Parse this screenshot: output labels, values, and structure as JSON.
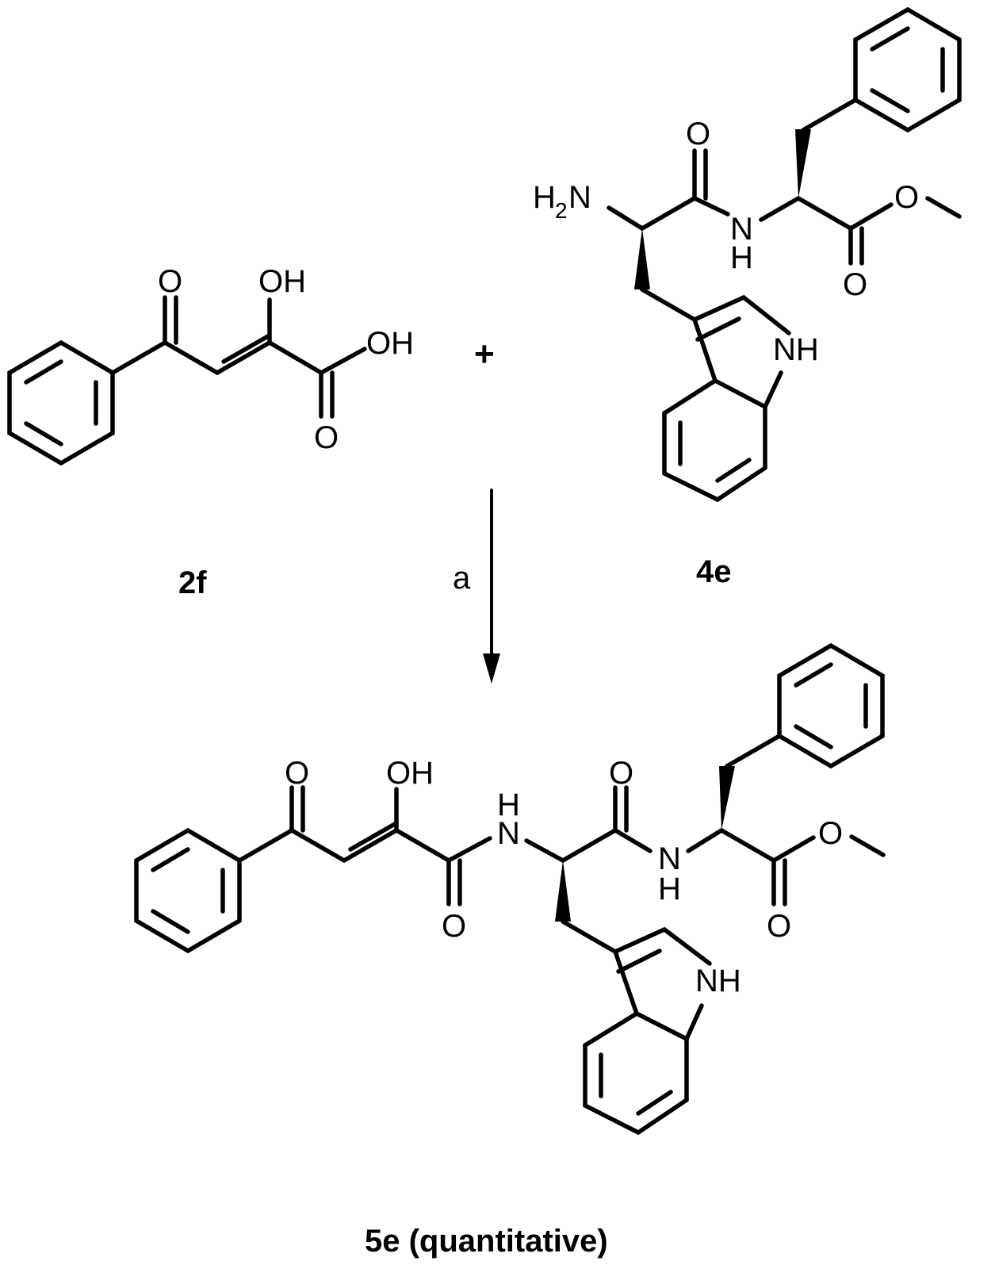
{
  "reactant_1": {
    "id": "2f",
    "atoms": {
      "keto_o": "O",
      "enol_oh": "OH",
      "acid_oh": "OH",
      "acid_o": "O"
    }
  },
  "plus_sign": "+",
  "reactant_2": {
    "id": "4e",
    "atoms": {
      "amine": "H",
      "amine_sub": "2",
      "amine_n": "N",
      "amide_o": "O",
      "amide_n": "N",
      "amide_h": "H",
      "ester_o": "O",
      "ester_co": "O",
      "indole_nh": "NH"
    }
  },
  "reaction": {
    "condition": "a"
  },
  "product": {
    "id": "5e (quantitative)",
    "atoms": {
      "keto_o": "O",
      "enol_oh": "OH",
      "amide1_h": "H",
      "amide1_n": "N",
      "amide1_o": "O",
      "amide2_o": "O",
      "amide2_n": "N",
      "amide2_h": "H",
      "ester_o": "O",
      "ester_co": "O",
      "indole_nh": "NH"
    }
  }
}
